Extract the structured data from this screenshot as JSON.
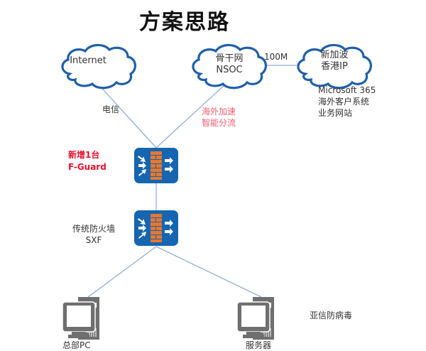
{
  "title": "方案思路",
  "nodes": {
    "internet": {
      "label": "Internet"
    },
    "nsoc": {
      "line1": "骨干网",
      "line2": "NSOC"
    },
    "overseas": {
      "line1": "新加波",
      "line2": "香港IP"
    },
    "fguard": {
      "line1": "新增1台",
      "line2": "F-Guard"
    },
    "firewall": {
      "line1": "传统防火墙",
      "line2": "SXF"
    },
    "pc": {
      "label": "总部PC"
    },
    "server": {
      "label": "服务器"
    }
  },
  "links": {
    "nsoc_overseas": "100M",
    "internet_fguard": "电信",
    "nsoc_fguard": {
      "line1": "海外加速",
      "line2": "智能分流"
    }
  },
  "annotations": {
    "overseas_note": [
      "Microsoft 365",
      "海外客户系统",
      "业务网站"
    ],
    "antivirus": "亚信防病毒"
  },
  "colors": {
    "cloud_stroke": "#1f5fa8",
    "link_line": "#8fb0d8",
    "device_bg": "#1565b0",
    "brick": "#e8772e",
    "computer": "#6f6f6f",
    "highlight": "#e8102a",
    "accent_text": "#f25b6e"
  }
}
